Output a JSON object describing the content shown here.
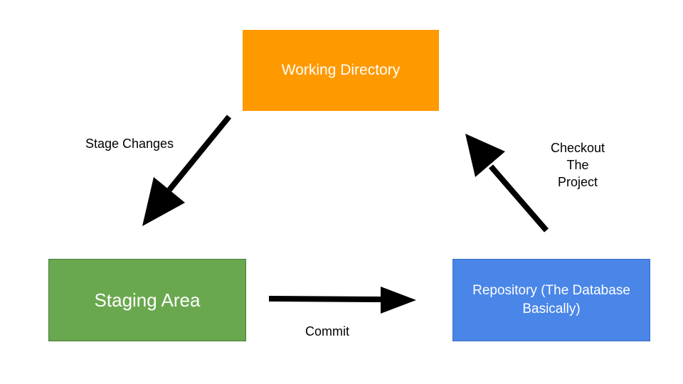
{
  "nodes": {
    "working_directory": {
      "label": "Working Directory",
      "color": "#ff9900"
    },
    "staging_area": {
      "label": "Staging Area",
      "color": "#6aa84f"
    },
    "repository": {
      "label": "Repository (The Database Basically)",
      "color": "#4a86e8"
    }
  },
  "edges": {
    "stage_changes": {
      "label": "Stage Changes",
      "from": "working_directory",
      "to": "staging_area"
    },
    "commit": {
      "label": "Commit",
      "from": "staging_area",
      "to": "repository"
    },
    "checkout": {
      "label": "Checkout\nThe\nProject",
      "from": "repository",
      "to": "working_directory"
    }
  },
  "colors": {
    "arrow": "#000000",
    "text_on_box": "#ffffff"
  }
}
